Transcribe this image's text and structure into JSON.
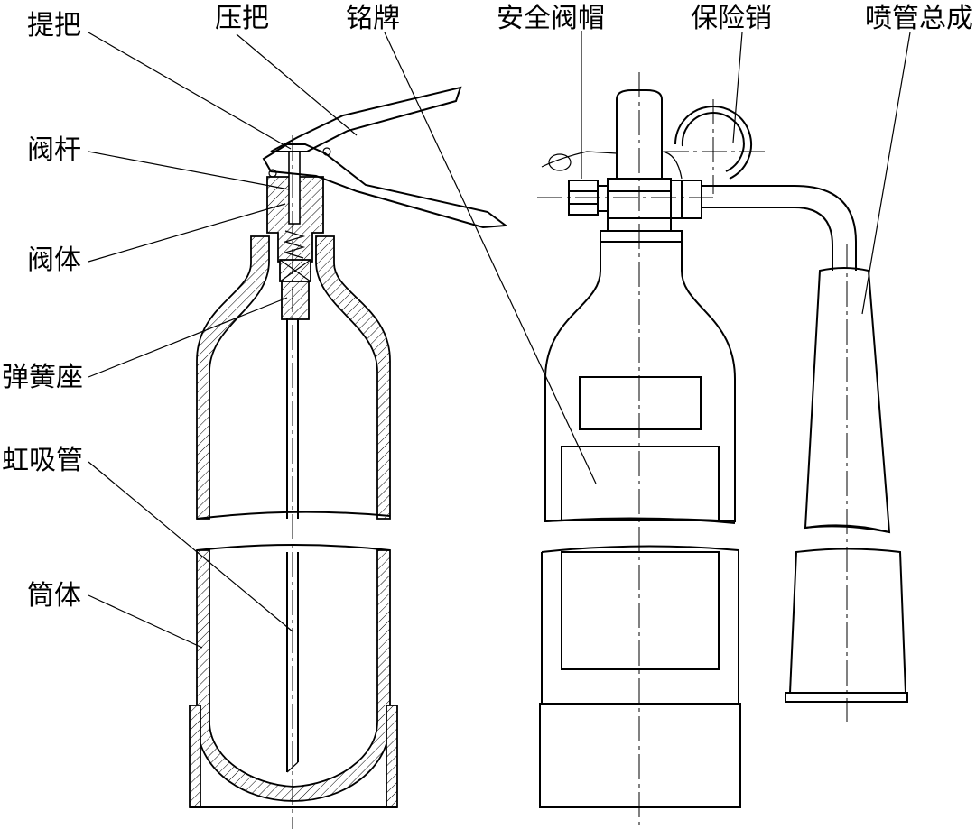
{
  "labels": {
    "handle": "提把",
    "press_handle": "压把",
    "nameplate": "铭牌",
    "safety_cap": "安全阀帽",
    "safety_pin": "保险销",
    "nozzle_assembly": "喷管总成",
    "valve_stem": "阀杆",
    "valve_body": "阀体",
    "spring_seat": "弹簧座",
    "siphon_tube": "虹吸管",
    "cylinder": "筒体"
  }
}
